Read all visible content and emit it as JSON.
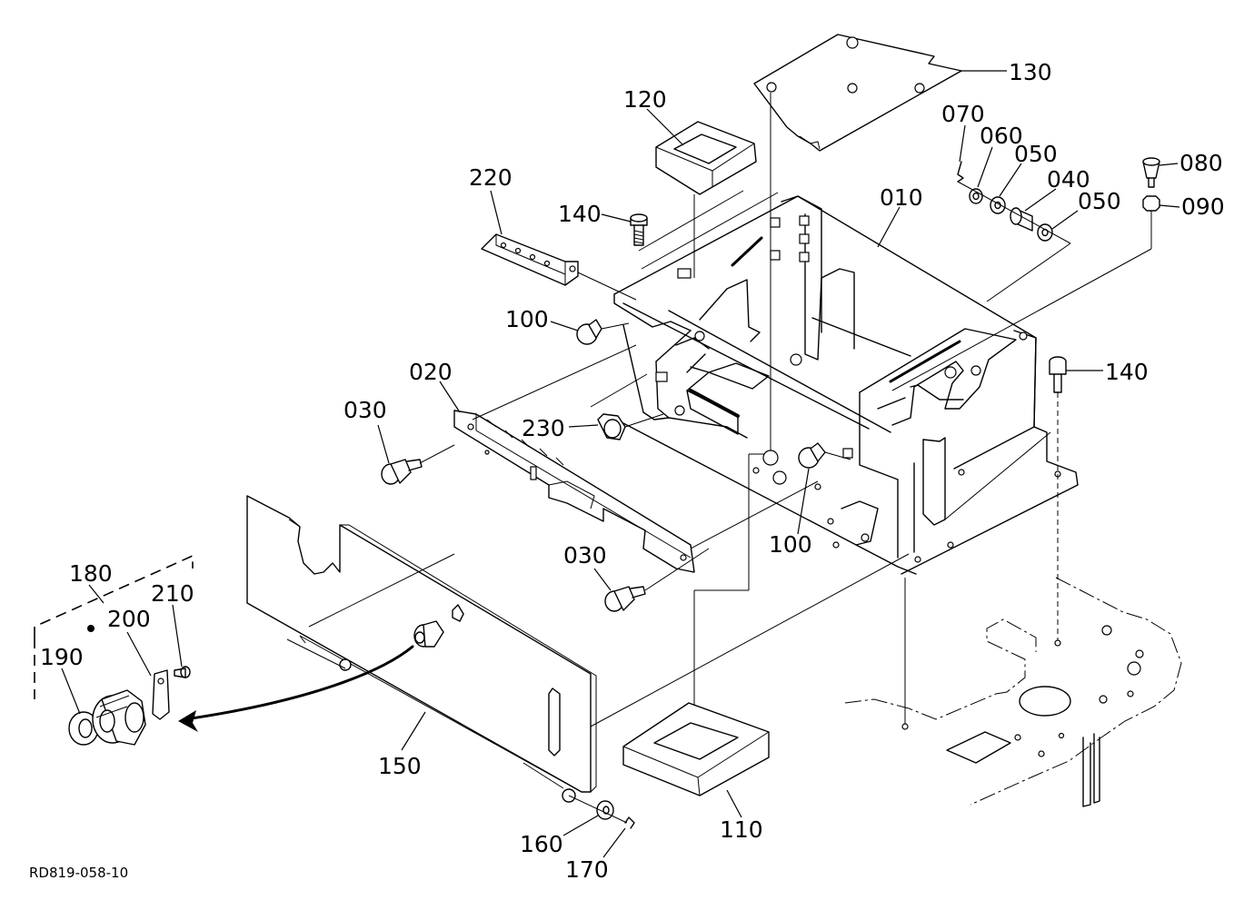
{
  "callouts": {
    "c010": "010",
    "c020": "020",
    "c030a": "030",
    "c030b": "030",
    "c040": "040",
    "c050a": "050",
    "c050b": "050",
    "c060": "060",
    "c070": "070",
    "c080": "080",
    "c090": "090",
    "c100a": "100",
    "c100b": "100",
    "c110": "110",
    "c120": "120",
    "c130": "130",
    "c140a": "140",
    "c140b": "140",
    "c150": "150",
    "c160": "160",
    "c170": "170",
    "c180": "180",
    "c190": "190",
    "c200": "200",
    "c210": "210",
    "c220": "220",
    "c230": "230"
  },
  "reference_code": "RD819-058-10"
}
